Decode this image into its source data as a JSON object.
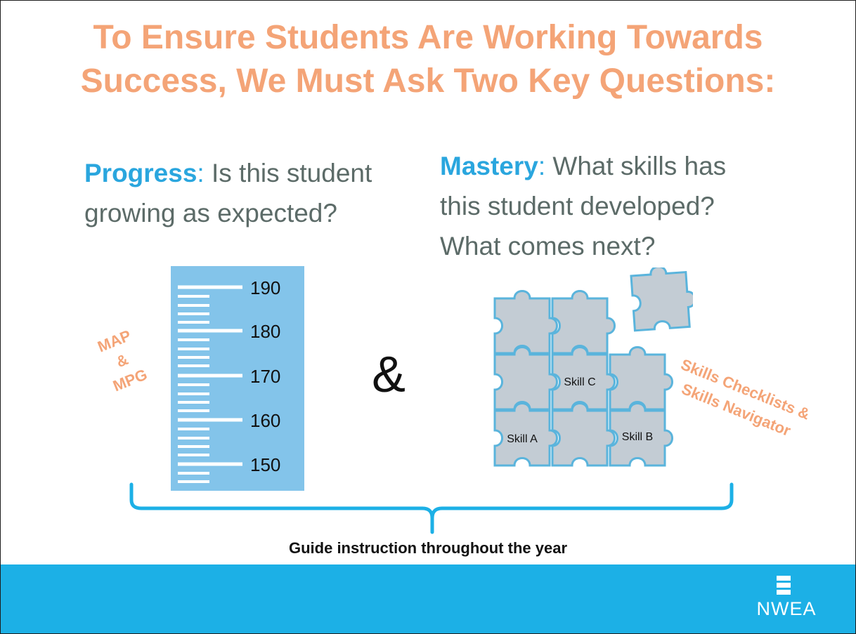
{
  "title": {
    "line1": "To Ensure Students Are Working Towards",
    "line2": "Success, We Must Ask Two Key Questions:"
  },
  "progress": {
    "keyword": "Progress",
    "question_line1": " Is this student",
    "question_line2": "growing as expected?"
  },
  "mastery": {
    "keyword": "Mastery",
    "question_line1": " What skills has",
    "question_line2": "this student developed?",
    "question_line3": "What comes next?"
  },
  "ruler": {
    "major_ticks": [
      "190",
      "180",
      "170",
      "160",
      "150"
    ]
  },
  "map_label": {
    "line1": "MAP",
    "line2": "&",
    "line3": "MPG"
  },
  "ampersand": "&",
  "puzzle": {
    "skill_c": "Skill C",
    "skill_a": "Skill A",
    "skill_b": "Skill B"
  },
  "skills_label": {
    "line1": "Skills Checklists &",
    "line2": "Skills Navigator"
  },
  "guide_text": "Guide instruction throughout the year",
  "logo": {
    "text": "NWEA"
  },
  "colors": {
    "title": "#f4a477",
    "keyword": "#2aa6de",
    "body_text": "#5c6b68",
    "ruler": "#83c4ea",
    "puzzle_fill": "#c3ccd4",
    "puzzle_stroke": "#5ab4dc",
    "footer": "#1cb0e6"
  }
}
